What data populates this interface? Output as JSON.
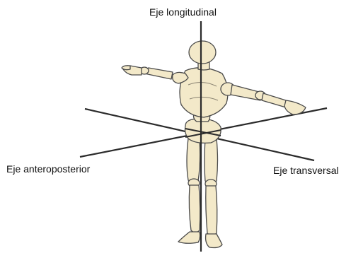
{
  "labels": {
    "longitudinal": "Eje longitudinal",
    "anteroposterior": "Eje anteroposterior",
    "transversal": "Eje transversal"
  },
  "colors": {
    "axis": "#2b2b2b",
    "figure_fill": "#f3e9c9",
    "figure_stroke": "#4a4a4a",
    "background": "#ffffff"
  }
}
